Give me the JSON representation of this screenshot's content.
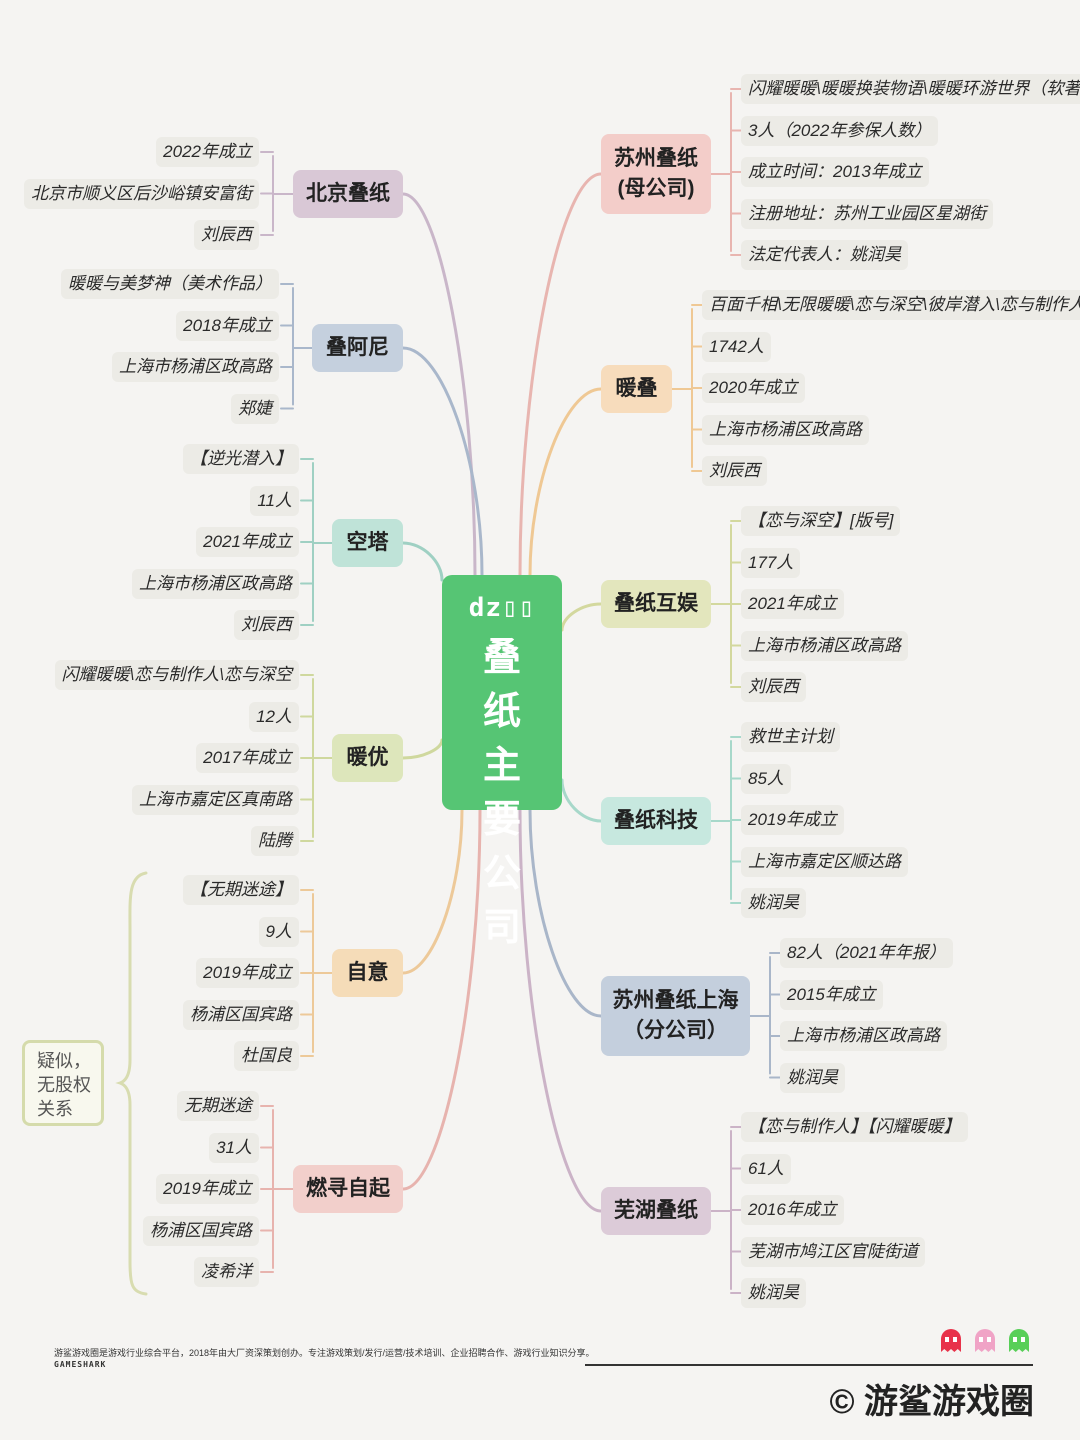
{
  "center": {
    "logo": "dz▯▯",
    "title": "叠纸主要公司"
  },
  "branches": {
    "beijing": {
      "name": "北京叠纸",
      "items": [
        "2022年成立",
        "北京市顺义区后沙峪镇安富街",
        "刘辰西"
      ]
    },
    "dieani": {
      "name": "叠阿尼",
      "items": [
        "暖暖与美梦神（美术作品）",
        "2018年成立",
        "上海市杨浦区政高路",
        "郑婕"
      ]
    },
    "kongta": {
      "name": "空塔",
      "items": [
        "【逆光潜入】",
        "11人",
        "2021年成立",
        "上海市杨浦区政高路",
        "刘辰西"
      ]
    },
    "nuanyou": {
      "name": "暖优",
      "items": [
        "闪耀暖暖\\恋与制作人\\恋与深空",
        "12人",
        "2017年成立",
        "上海市嘉定区真南路",
        "陆腾"
      ]
    },
    "ziyi": {
      "name": "自意",
      "items": [
        "【无期迷途】",
        "9人",
        "2019年成立",
        "杨浦区国宾路",
        "杜国良"
      ]
    },
    "ranxun": {
      "name": "燃寻自起",
      "items": [
        "无期迷途",
        "31人",
        "2019年成立",
        "杨浦区国宾路",
        "凌希洋"
      ]
    },
    "suzhou": {
      "name": "苏州叠纸\n(母公司)",
      "items": [
        "闪耀暖暖\\暖暖换装物语\\暖暖环游世界（软著）",
        "3人（2022年参保人数）",
        "成立时间：2013年成立",
        "注册地址：苏州工业园区星湖街",
        "法定代表人：姚润昊"
      ]
    },
    "nuandie": {
      "name": "暖叠",
      "items": [
        "百面千相\\无限暖暖\\恋与深空\\彼岸潜入\\恋与制作人",
        "1742人",
        "2020年成立",
        "上海市杨浦区政高路",
        "刘辰西"
      ]
    },
    "huyu": {
      "name": "叠纸互娱",
      "items": [
        "【恋与深空】[版号]",
        "177人",
        "2021年成立",
        "上海市杨浦区政高路",
        "刘辰西"
      ]
    },
    "keji": {
      "name": "叠纸科技",
      "items": [
        "救世主计划",
        "85人",
        "2019年成立",
        "上海市嘉定区顺达路",
        "姚润昊"
      ]
    },
    "shanghai": {
      "name": "苏州叠纸上海\n（分公司）",
      "items": [
        "82人（2021年年报）",
        "2015年成立",
        "上海市杨浦区政高路",
        "姚润昊"
      ]
    },
    "wuhu": {
      "name": "芜湖叠纸",
      "items": [
        "【恋与制作人】【闪耀暖暖】",
        "61人",
        "2016年成立",
        "芜湖市鸠江区官陡街道",
        "姚润昊"
      ]
    }
  },
  "note": "疑似，无股权关系",
  "footer": {
    "description": "游鲨游戏圈是游戏行业综合平台，2018年由大厂资深策划创办。专注游戏策划/发行/运营/技术培训、企业招聘合作、游戏行业知识分享。",
    "brand": "GAMESHARK",
    "copyright": "© 游鲨游戏圈"
  },
  "colors": {
    "center": "#56c574",
    "beijing": "#d9c8d6",
    "dieani": "#c5d0de",
    "kongta": "#bfe3d8",
    "nuanyou": "#dde6bb",
    "ziyi": "#f5dcb8",
    "ranxun": "#f2cfcb",
    "suzhou": "#f3cdc9",
    "nuandie": "#f7dcbc",
    "huyu": "#e3e6bd",
    "keji": "#c7e8df",
    "shanghai": "#c4cfdd",
    "wuhu": "#dccbd8"
  }
}
